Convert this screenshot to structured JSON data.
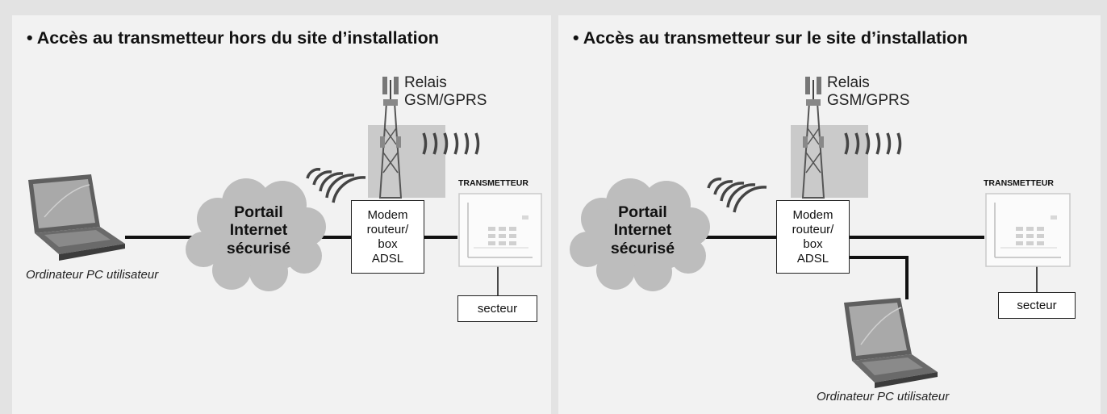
{
  "panels": [
    {
      "title": "• Accès au transmetteur hors du site d’installation",
      "relay_lines": [
        "Relais",
        "GSM/GPRS"
      ],
      "cloud_lines": [
        "Portail",
        "Internet",
        "sécurisé"
      ],
      "modem_lines": [
        "Modem",
        "routeur/",
        "box",
        "ADSL"
      ],
      "transmitter_label": "TRANSMETTEUR",
      "power_label": "secteur",
      "pc_label": "Ordinateur PC utilisateur"
    },
    {
      "title": "• Accès au transmetteur sur le site d’installation",
      "relay_lines": [
        "Relais",
        "GSM/GPRS"
      ],
      "cloud_lines": [
        "Portail",
        "Internet",
        "sécurisé"
      ],
      "modem_lines": [
        "Modem",
        "routeur/",
        "box",
        "ADSL"
      ],
      "transmitter_label": "TRANSMETTEUR",
      "power_label": "secteur",
      "pc_label": "Ordinateur PC utilisateur"
    }
  ]
}
